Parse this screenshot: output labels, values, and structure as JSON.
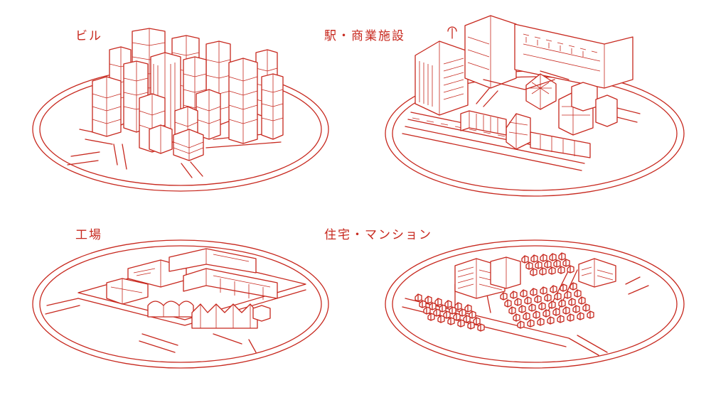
{
  "palette": {
    "line": "#c7281e",
    "background": "#ffffff"
  },
  "panels": [
    {
      "id": "buildings",
      "label": "ビル"
    },
    {
      "id": "station",
      "label": "駅・商業施設"
    },
    {
      "id": "factory",
      "label": "工場"
    },
    {
      "id": "housing",
      "label": "住宅・マンション"
    }
  ]
}
